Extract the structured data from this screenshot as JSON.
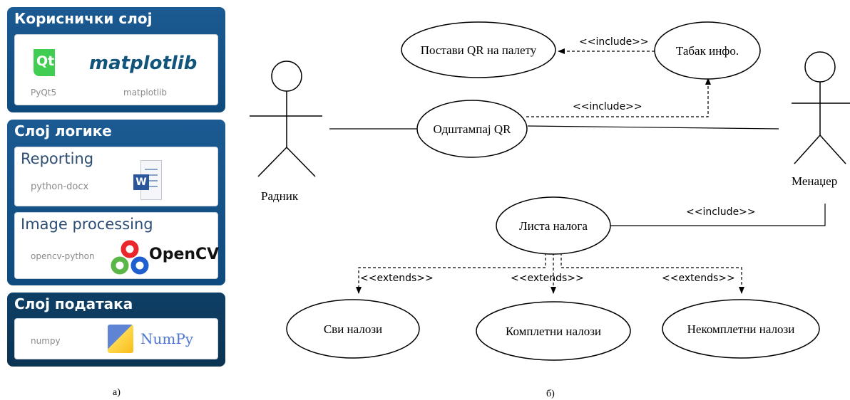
{
  "left_panel": {
    "user_layer": {
      "title": "Кориснички слој",
      "items": [
        "PyQt5",
        "matplotlib"
      ],
      "logo_qt": "Qt",
      "logo_matplotlib": "matplotlib"
    },
    "logic_layer": {
      "title": "Слој логике",
      "reporting": {
        "heading": "Reporting",
        "lib": "python-docx",
        "icon": "word-document-icon"
      },
      "image_processing": {
        "heading": "Image processing",
        "lib": "opencv-python",
        "logo_text": "OpenCV"
      }
    },
    "data_layer": {
      "title": "Слој података",
      "lib": "numpy",
      "logo_text": "NumPy"
    },
    "caption": "а)"
  },
  "diagram": {
    "actors": {
      "worker": "Радник",
      "manager": "Менаџер"
    },
    "use_cases": {
      "place_qr": "Постави QR на палету",
      "pallet_info": "Табак инфо.",
      "print_qr": "Одштампај QR",
      "order_list": "Листа налога",
      "all_orders": "Сви налози",
      "complete_orders": "Комплетни налози",
      "incomplete_orders": "Некомплетни налози"
    },
    "stereotypes": {
      "include": "<<include>>",
      "extends": "<<extends>>"
    },
    "caption": "б)"
  },
  "colors": {
    "layer_blue": "#0f4a7d",
    "layer_dark": "#0b3352",
    "heading_blue": "#2d4d73",
    "qt_green": "#41cd52"
  }
}
